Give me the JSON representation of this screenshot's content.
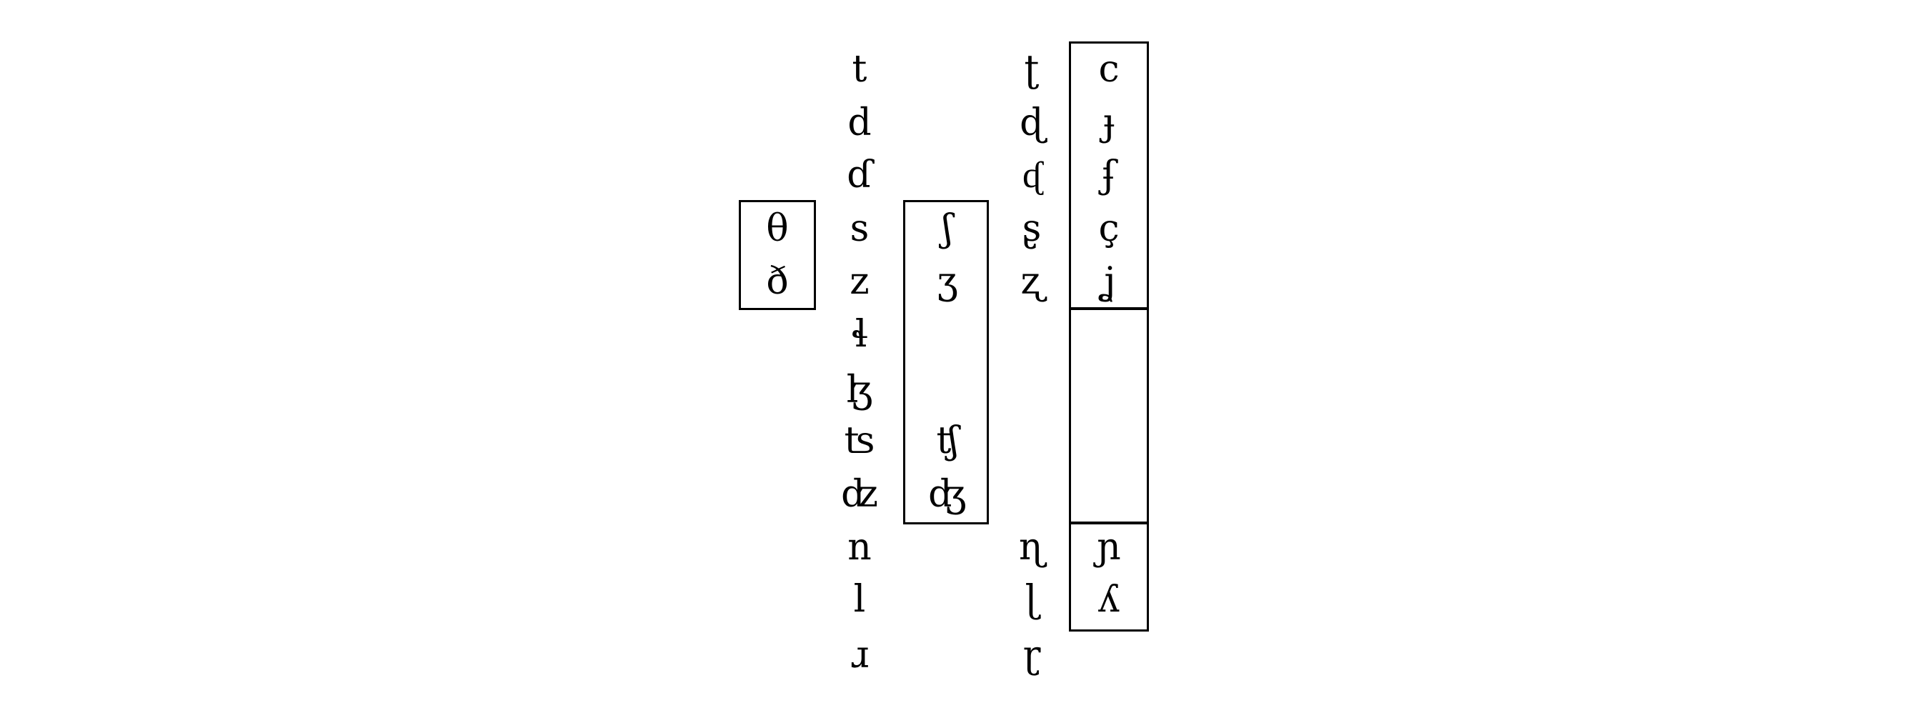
{
  "columns": [
    {
      "id": "dental",
      "boxed": true,
      "symbols": [
        "",
        "",
        "",
        "θ",
        "ð",
        "",
        "",
        "",
        "",
        "",
        "",
        ""
      ]
    },
    {
      "id": "alveolar",
      "boxed": false,
      "symbols": [
        "t",
        "d",
        "ɗ",
        "s",
        "z",
        "ɬ",
        "ɮ",
        "ʦ",
        "ʣ",
        "n",
        "l",
        "ɹ"
      ]
    },
    {
      "id": "postalveolar",
      "boxed": true,
      "symbols": [
        "",
        "",
        "",
        "ʃ",
        "ʒ",
        "",
        "",
        "ʧ",
        "ʤ",
        "",
        "",
        ""
      ]
    },
    {
      "id": "retroflex",
      "boxed": false,
      "symbols": [
        "ʈ",
        "ɖ",
        "ᶑ",
        "ʂ",
        "ʐ",
        "",
        "",
        "",
        "",
        "ɳ",
        "ɭ",
        "ɽ"
      ]
    },
    {
      "id": "palatal",
      "boxed": true,
      "symbols": [
        "c",
        "ɟ",
        "ʄ",
        "ç",
        "ʝ",
        "",
        "",
        "",
        "",
        "ɲ",
        "ʎ",
        ""
      ]
    }
  ]
}
